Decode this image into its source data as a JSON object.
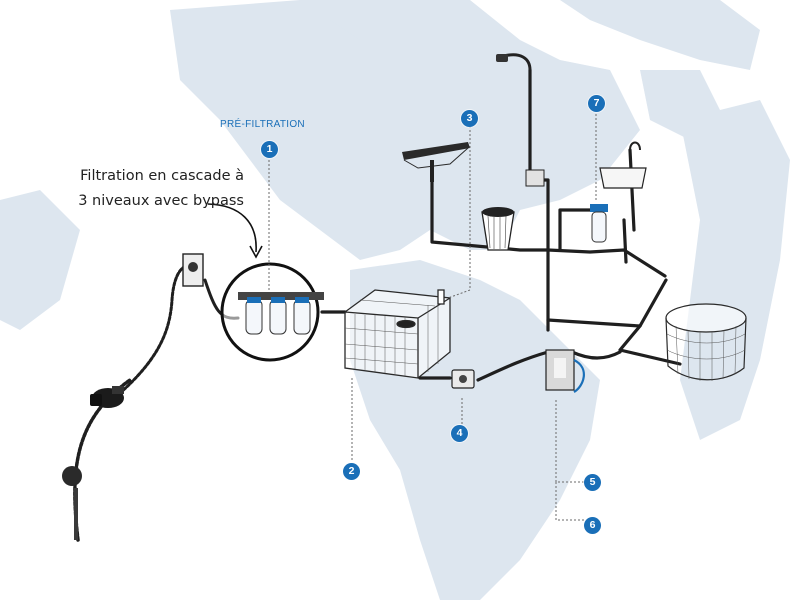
{
  "colors": {
    "accent": "#1a6fb8",
    "continents": "#dde6ef",
    "pipe": "#1f1f1f",
    "leader": "#6a6a6a"
  },
  "header_label": "PRÉ-FILTRATION",
  "annotation": {
    "line1": "Filtration en cascade à",
    "line2": "3 niveaux avec bypass"
  },
  "badges": [
    "1",
    "2",
    "3",
    "4",
    "5",
    "6",
    "7"
  ],
  "icons": [
    "pump-icon",
    "wall-box-icon",
    "cartridge-filter-icon",
    "water-tank-icon",
    "sink-icon",
    "pressure-regulator-icon",
    "water-heater-icon",
    "shower-icon",
    "basin-icon",
    "round-tank-icon",
    "suction-strainer-icon"
  ]
}
